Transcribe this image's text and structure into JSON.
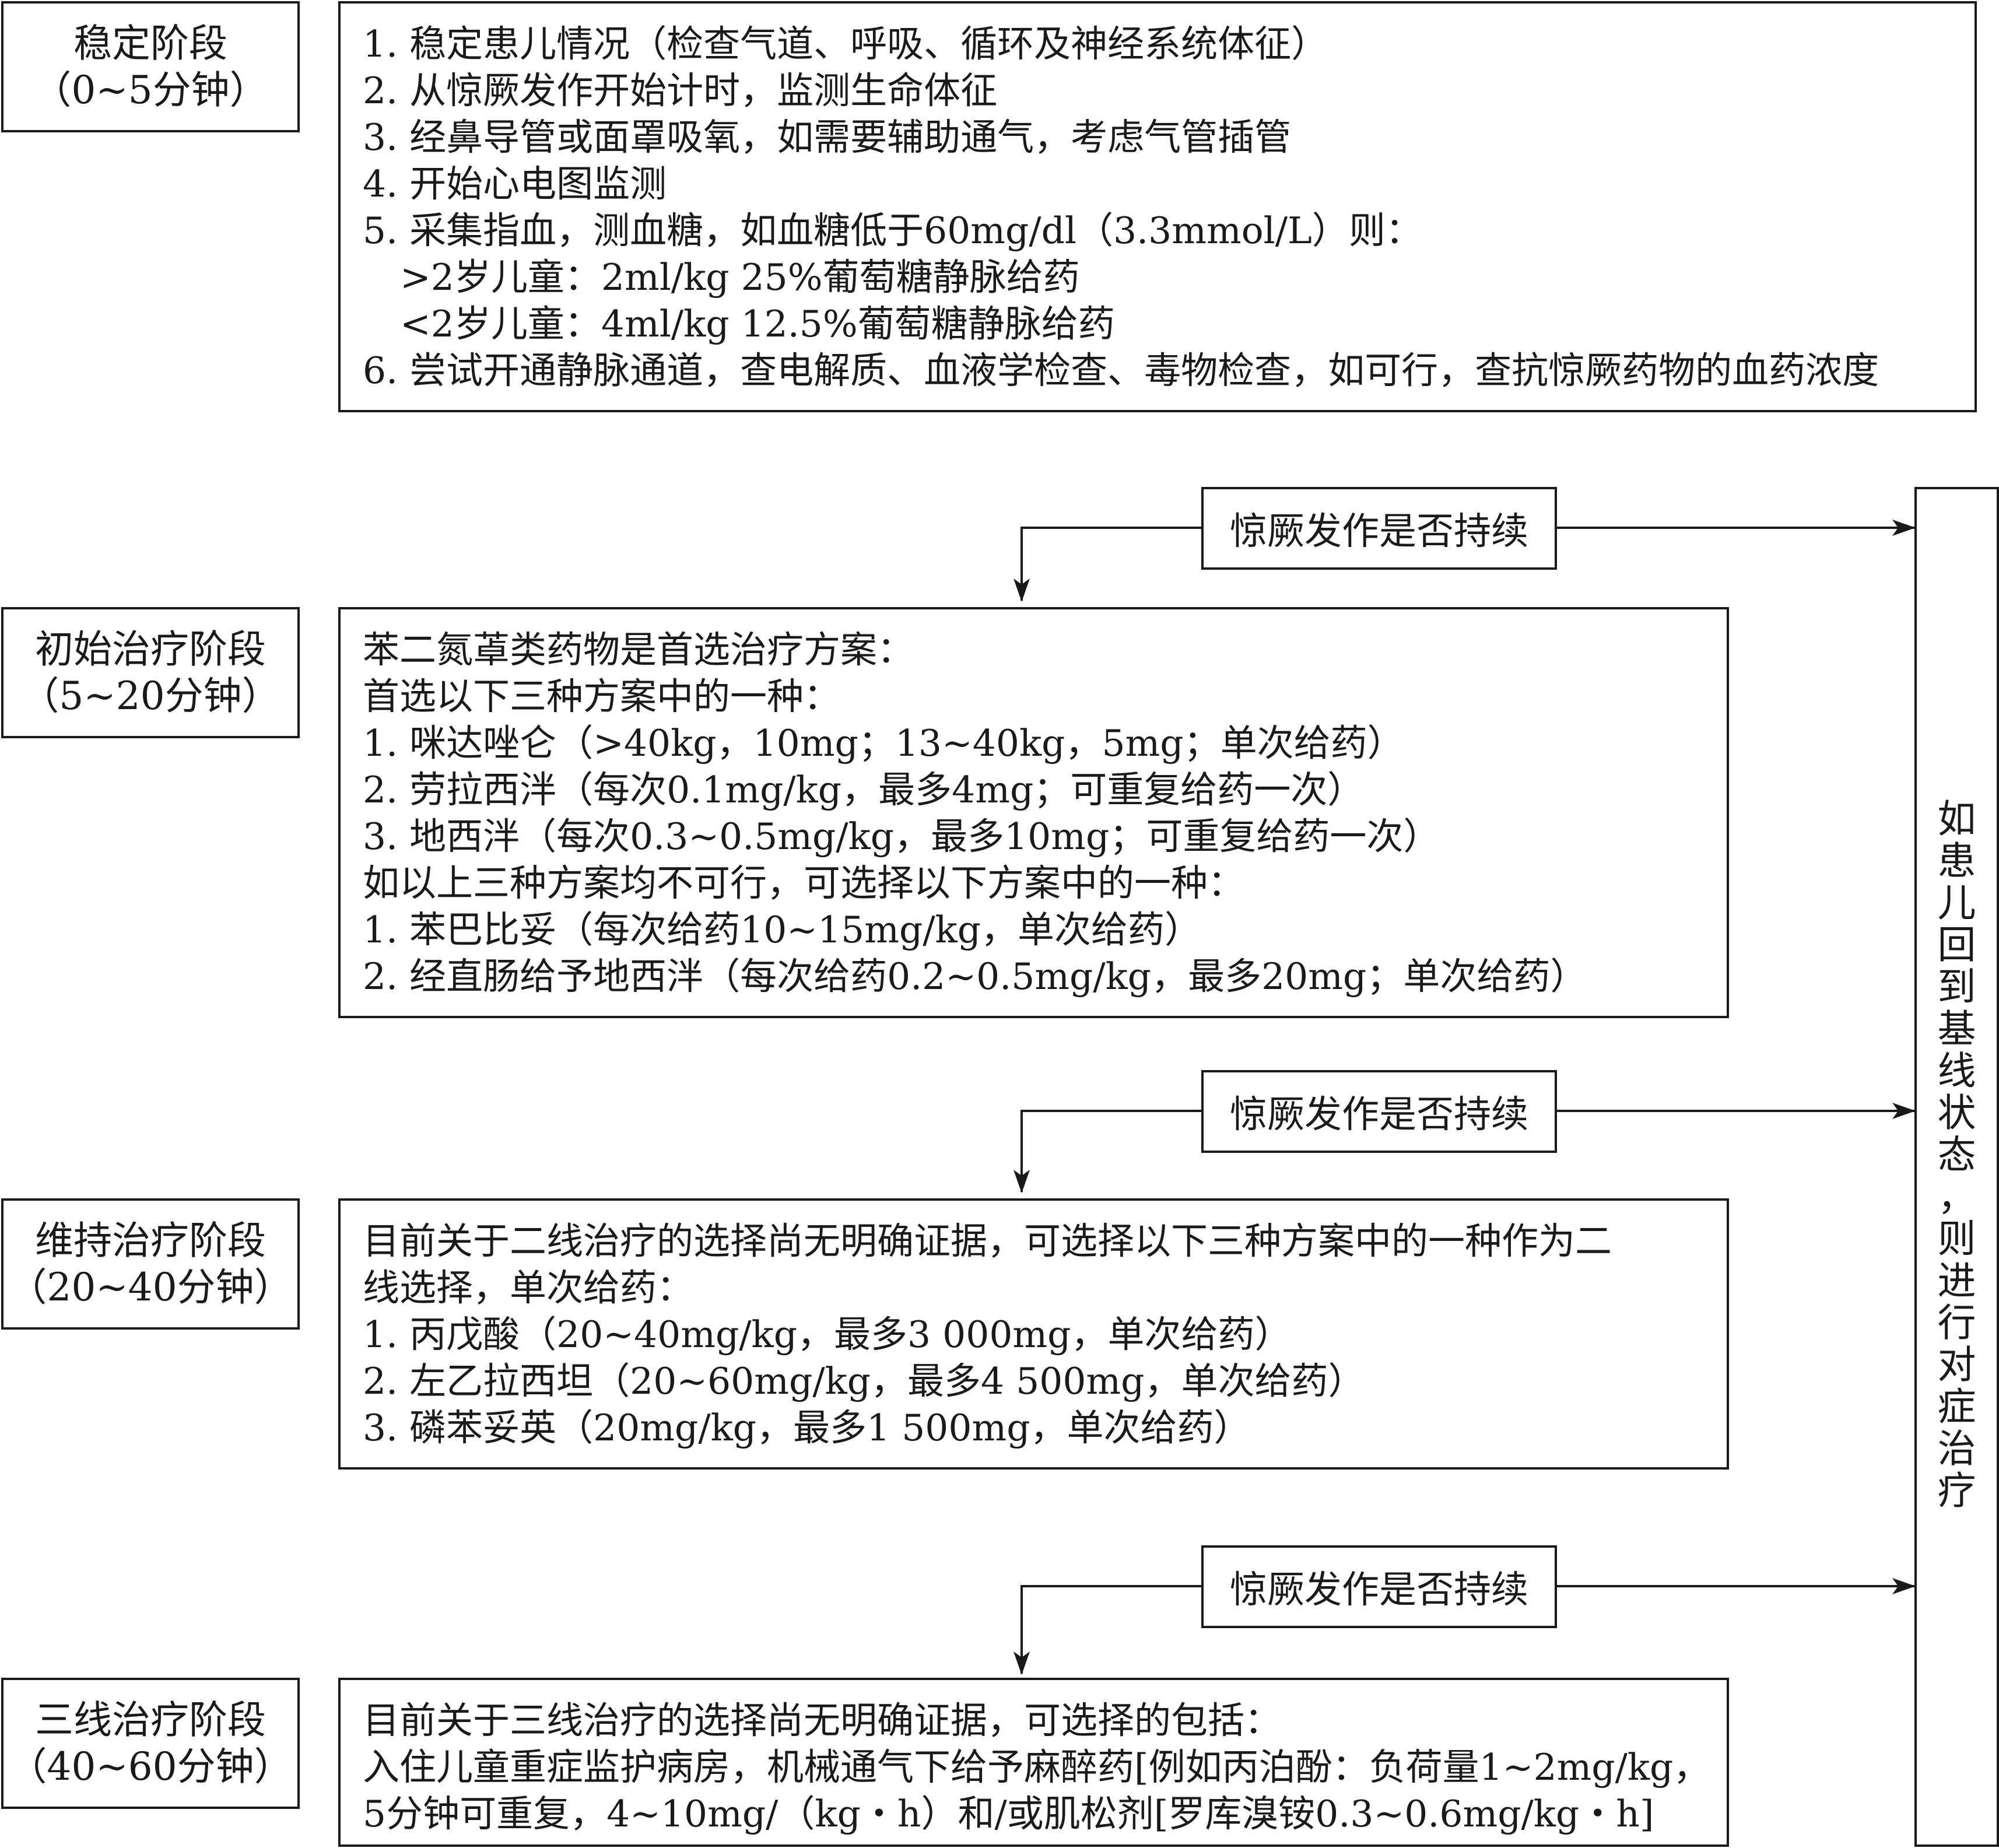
{
  "stages": [
    {
      "name": "稳定阶段",
      "time": "（0~5分钟）"
    },
    {
      "name": "初始治疗阶段",
      "time": "（5~20分钟）"
    },
    {
      "name": "维持治疗阶段",
      "time": "（20~40分钟）"
    },
    {
      "name": "三线治疗阶段",
      "time": "（40~60分钟）"
    }
  ],
  "stage_contents": [
    {
      "lines": [
        "1. 稳定患儿情况（检查气道、呼吸、循环及神经系统体征）",
        "2. 从惊厥发作开始计时，监测生命体征",
        "3. 经鼻导管或面罩吸氧，如需要辅助通气，考虑气管插管",
        "4. 开始心电图监测",
        "5. 采集指血，测血糖，如血糖低于60mg/dl（3.3mmol/L）则：",
        ">2岁儿童：2ml/kg 25%葡萄糖静脉给药",
        "<2岁儿童：4ml/kg 12.5%葡萄糖静脉给药",
        "6. 尝试开通静脉通道，查电解质、血液学检查、毒物检查，如可行，查抗惊厥药物的血药浓度"
      ]
    },
    {
      "lines": [
        "苯二氮䓬类药物是首选治疗方案：",
        "首选以下三种方案中的一种：",
        "1. 咪达唑仑（>40kg，10mg；13~40kg，5mg；单次给药）",
        "2. 劳拉西泮（每次0.1mg/kg，最多4mg；可重复给药一次）",
        "3. 地西泮（每次0.3~0.5mg/kg，最多10mg；可重复给药一次）",
        "如以上三种方案均不可行，可选择以下方案中的一种：",
        "1. 苯巴比妥（每次给药10~15mg/kg，单次给药）",
        "2. 经直肠给予地西泮（每次给药0.2~0.5mg/kg，最多20mg；单次给药）"
      ]
    },
    {
      "lines": [
        "目前关于二线治疗的选择尚无明确证据，可选择以下三种方案中的一种作为二",
        "线选择，单次给药：",
        "1. 丙戊酸（20~40mg/kg，最多3 000mg，单次给药）",
        "2. 左乙拉西坦（20~60mg/kg，最多4 500mg，单次给药）",
        "3. 磷苯妥英（20mg/kg，最多1 500mg，单次给药）"
      ]
    },
    {
      "lines": [
        "目前关于三线治疗的选择尚无明确证据，可选择的包括：",
        "入住儿童重症监护病房，机械通气下给予麻醉药[例如丙泊酚：负荷量1~2mg/kg，",
        "5分钟可重复，4~10mg/（kg・h）和/或肌松剂[罗库溴铵0.3~0.6mg/kg・h]"
      ]
    }
  ],
  "decision_label": "惊厥发作是否持续",
  "decisions": [
    "惊厥发作是否持续",
    "惊厥发作是否持续",
    "惊厥发作是否持续"
  ],
  "side_box": {
    "chars": [
      "如",
      "患",
      "儿",
      "回",
      "到",
      "基",
      "线",
      "状",
      "态",
      "，",
      "则",
      "进",
      "行",
      "对",
      "症",
      "治",
      "疗"
    ]
  }
}
